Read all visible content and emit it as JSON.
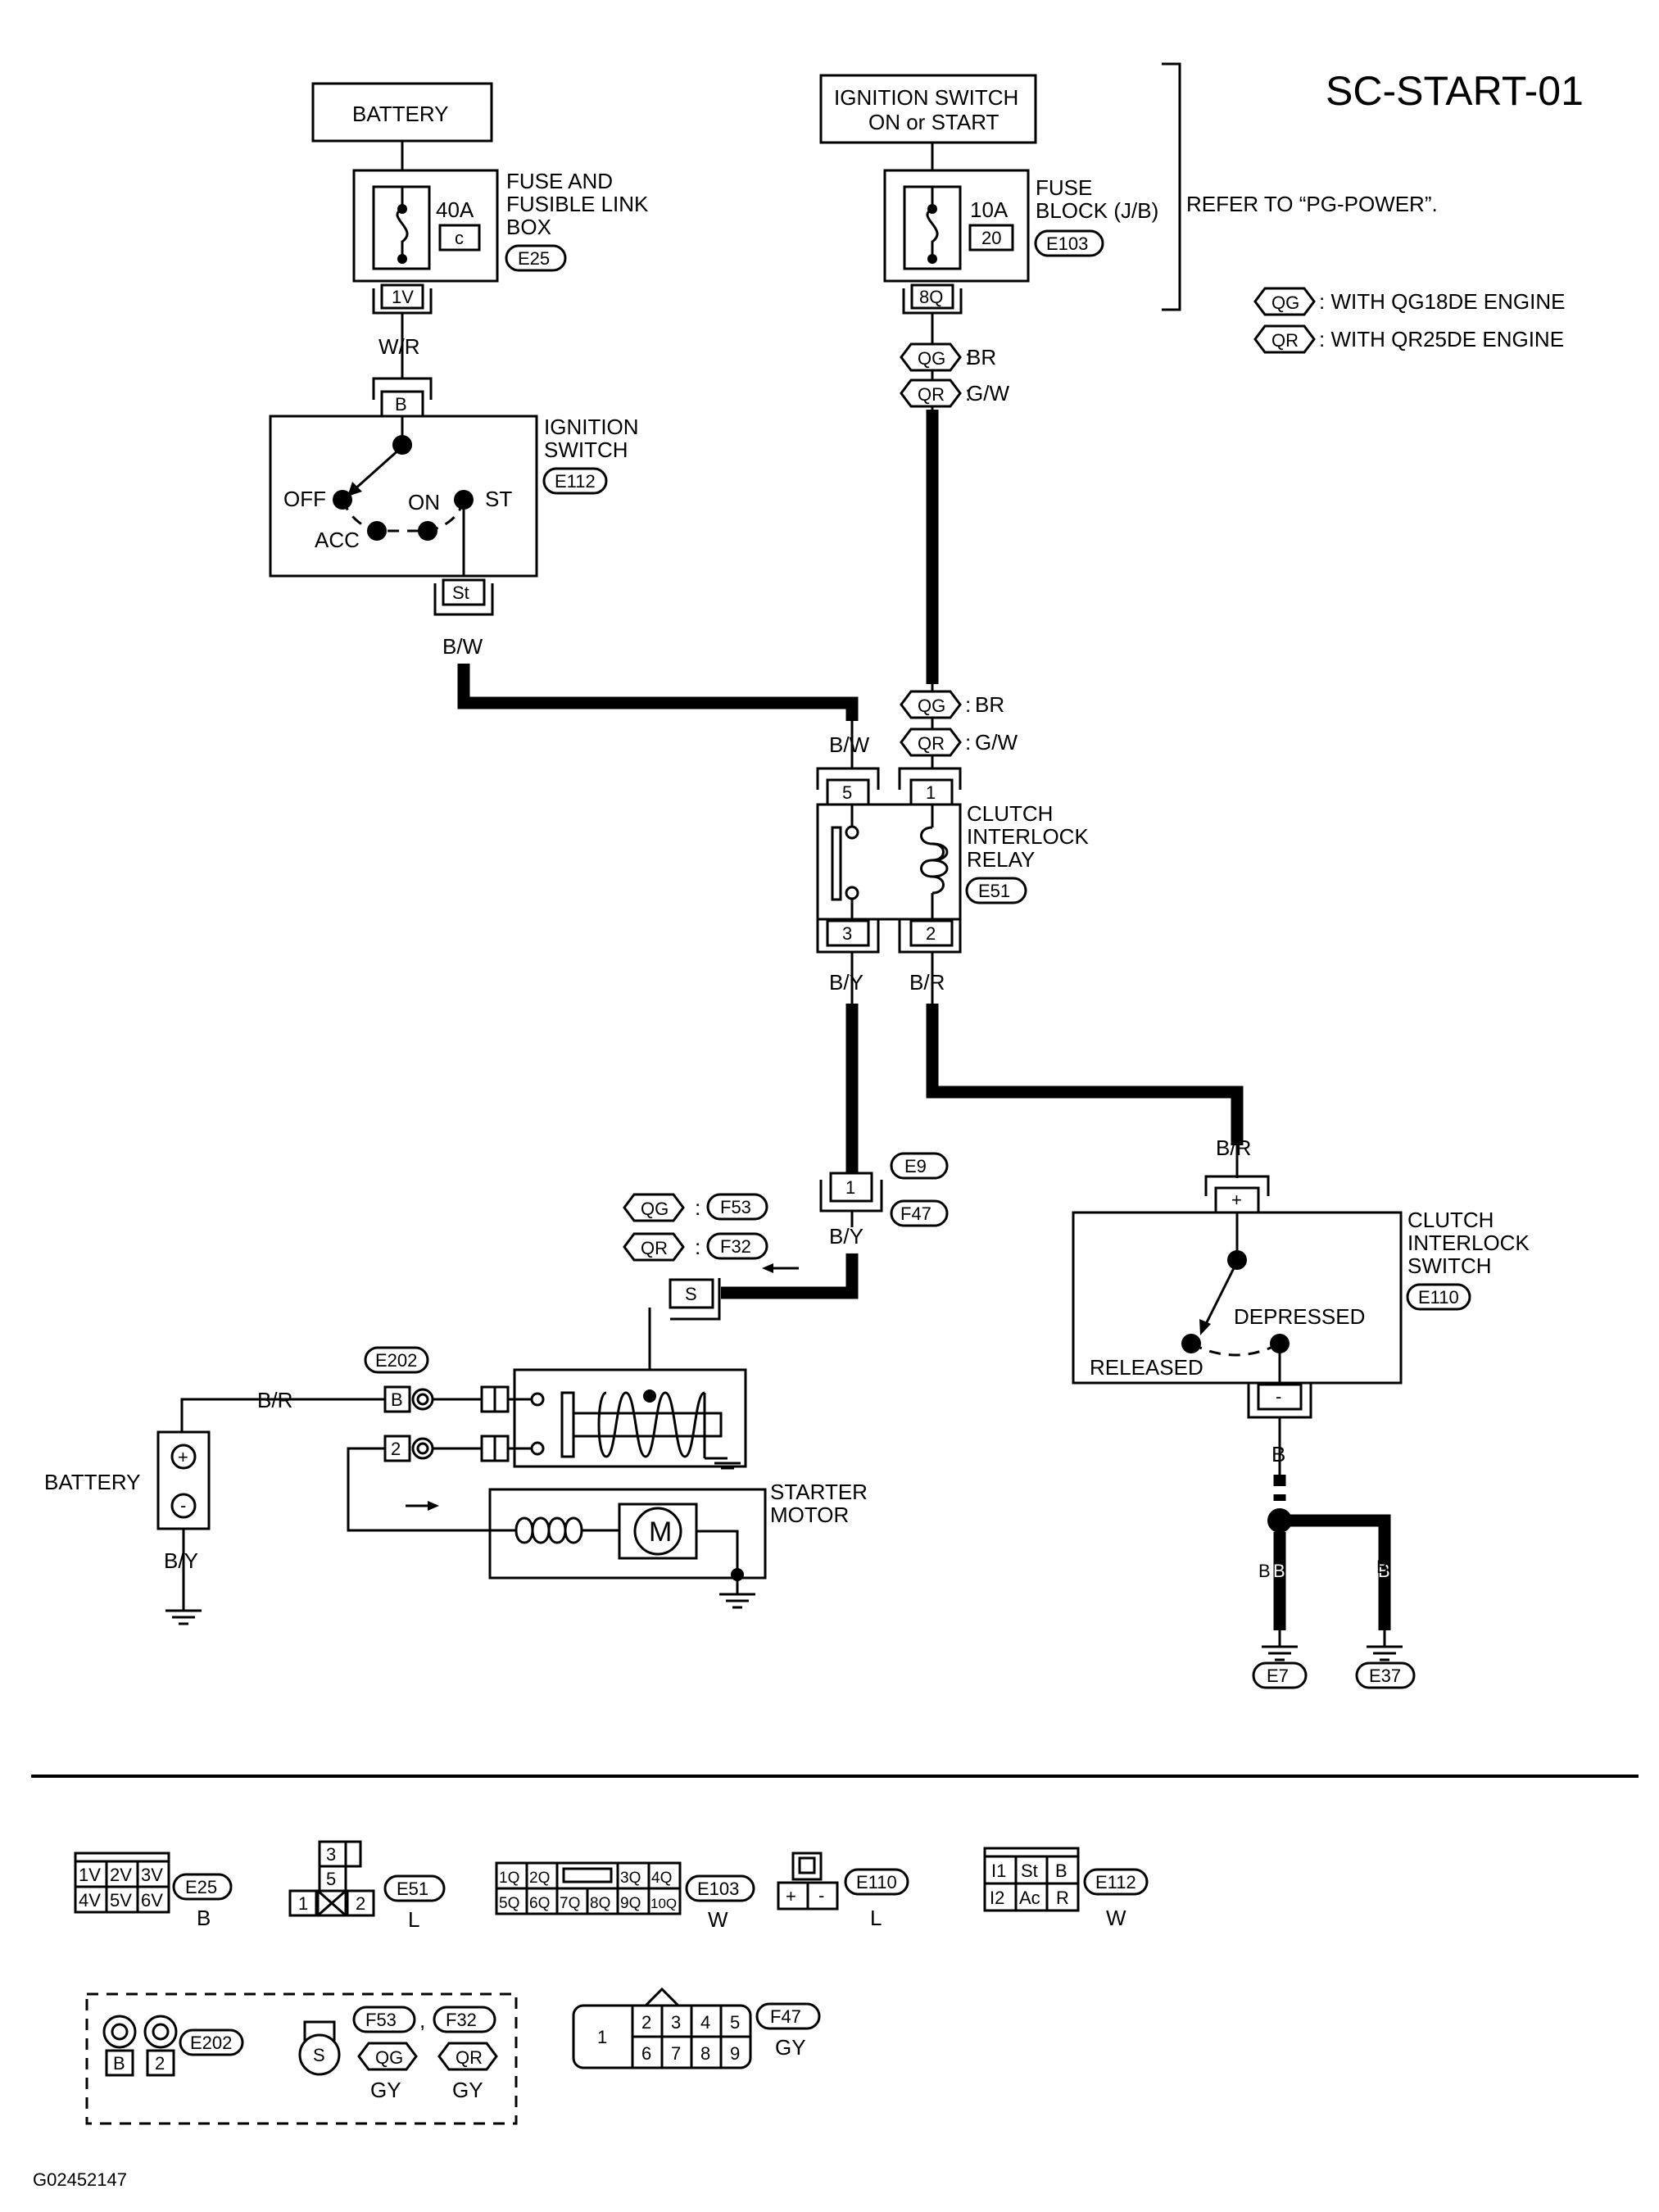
{
  "diagram": {
    "id": "SC-START-01",
    "figure_code": "G02452147",
    "refer_note": "REFER TO “PG-POWER”.",
    "legend": [
      {
        "code": "QG",
        "text": ": WITH QG18DE ENGINE"
      },
      {
        "code": "QR",
        "text": ": WITH QR25DE ENGINE"
      }
    ],
    "battery_top": {
      "label": "BATTERY"
    },
    "fuse_link": {
      "amp": "40A",
      "slot": "c",
      "label": [
        "FUSE AND",
        "FUSIBLE LINK",
        "BOX"
      ],
      "connector": "E25",
      "pin": "1V"
    },
    "ign_source": {
      "label": [
        "IGNITION SWITCH",
        "ON or START"
      ]
    },
    "fuse_block": {
      "amp": "10A",
      "slot": "20",
      "label": [
        "FUSE",
        "BLOCK (J/B)"
      ],
      "connector": "E103",
      "pin": "8Q"
    },
    "ignition_switch": {
      "label": [
        "IGNITION",
        "SWITCH"
      ],
      "connector": "E112",
      "pin_in": "B",
      "pin_out": "St",
      "positions": {
        "off": "OFF",
        "acc": "ACC",
        "on": "ON",
        "st": "ST"
      }
    },
    "relay": {
      "label": [
        "CLUTCH",
        "INTERLOCK",
        "RELAY"
      ],
      "connector": "E51",
      "pins": {
        "p5": "5",
        "p1": "1",
        "p3": "3",
        "p2": "2"
      }
    },
    "clutch_switch": {
      "label": [
        "CLUTCH",
        "INTERLOCK",
        "SWITCH"
      ],
      "connector": "E110",
      "pin_plus": "+",
      "pin_minus": "-",
      "depressed": "DEPRESSED",
      "released": "RELEASED"
    },
    "starter": {
      "label": [
        "STARTER",
        "MOTOR"
      ],
      "pin_s": "S",
      "pin_b": "B",
      "pin_2": "2",
      "motor": "M",
      "connector_e202": "E202"
    },
    "battery_side": {
      "label": "BATTERY",
      "plus": "+",
      "minus": "-"
    },
    "inline_connector": {
      "pin": "1",
      "conn_e9": "E9",
      "conn_f47": "F47"
    },
    "starter_conns": [
      {
        "code": "QG",
        "conn": "F53"
      },
      {
        "code": "QR",
        "conn": "F32"
      }
    ],
    "wires": {
      "wr": "W/R",
      "bw": "B/W",
      "br": "BR",
      "gw": "G/W",
      "by": "B/Y",
      "bred": "B/R",
      "b": "B"
    },
    "grounds": [
      "E7",
      "E37"
    ],
    "connector_legend": {
      "e25": {
        "pins_top": [
          "1V",
          "2V",
          "3V"
        ],
        "pins_bot": [
          "4V",
          "5V",
          "6V"
        ],
        "id": "E25",
        "color": "B"
      },
      "e51": {
        "pins": [
          "3",
          "5",
          "1",
          "2"
        ],
        "id": "E51",
        "color": "L"
      },
      "e103": {
        "pins_top": [
          "1Q",
          "2Q",
          "3Q",
          "4Q"
        ],
        "pins_bot": [
          "5Q",
          "6Q",
          "7Q",
          "8Q",
          "9Q",
          "10Q"
        ],
        "id": "E103",
        "color": "W"
      },
      "e110": {
        "pins": [
          "+",
          "-"
        ],
        "id": "E110",
        "color": "L"
      },
      "e112": {
        "pins_top": [
          "I1",
          "St",
          "B"
        ],
        "pins_bot": [
          "I2",
          "Ac",
          "R"
        ],
        "id": "E112",
        "color": "W"
      },
      "e202": {
        "pins": [
          "B",
          "2"
        ],
        "id": "E202"
      },
      "f53": {
        "id": "F53",
        "code": "QG",
        "color": "GY",
        "pin": "S"
      },
      "f32": {
        "id": "F32",
        "code": "QR",
        "color": "GY"
      },
      "f47": {
        "pins": [
          "1",
          "2",
          "3",
          "4",
          "5",
          "6",
          "7",
          "8",
          "9"
        ],
        "id": "F47",
        "color": "GY"
      }
    }
  }
}
